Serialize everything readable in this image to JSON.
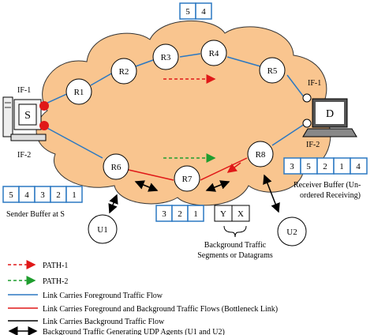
{
  "nodes": {
    "R1": "R1",
    "R2": "R2",
    "R3": "R3",
    "R4": "R4",
    "R5": "R5",
    "R6": "R6",
    "R7": "R7",
    "R8": "R8",
    "U1": "U1",
    "U2": "U2"
  },
  "sender": {
    "label": "S",
    "if1": "IF-1",
    "if2": "IF-2"
  },
  "receiver": {
    "label": "D",
    "if1": "IF-1",
    "if2": "IF-2"
  },
  "buffers": {
    "top": [
      "5",
      "4"
    ],
    "sender": [
      "5",
      "4",
      "3",
      "2",
      "1"
    ],
    "receiver": [
      "3",
      "5",
      "2",
      "1",
      "4"
    ],
    "background": [
      "3",
      "2",
      "1"
    ],
    "background_segments": [
      "Y",
      "X"
    ]
  },
  "labels": {
    "sender_buffer": "Sender Buffer at S",
    "receiver_buffer_1": "Receiver Buffer (Un-",
    "receiver_buffer_2": "ordered Receiving)",
    "background_traffic_1": "Background Traffic",
    "background_traffic_2": "Segments or Datagrams"
  },
  "legend": {
    "path1": "PATH-1",
    "path2": "PATH-2",
    "foreground": "Link Carries Foreground Traffic Flow",
    "bottleneck": "Link Carries Foreground and Background Traffic Flows (Bottleneck Link)",
    "background": "Link Carries Background Traffic Flow",
    "udp_agents": "Background Traffic Generating UDP Agents (U1 and U2)"
  },
  "colors": {
    "cloud": "#f9c58f",
    "foreground_link": "#2b78c2",
    "bottleneck_link": "#e01818",
    "background_link": "#000000",
    "path1": "#e01818",
    "path2": "#1f9d2e",
    "buffer_border": "#2b78c2",
    "interface_red": "#e01818"
  }
}
